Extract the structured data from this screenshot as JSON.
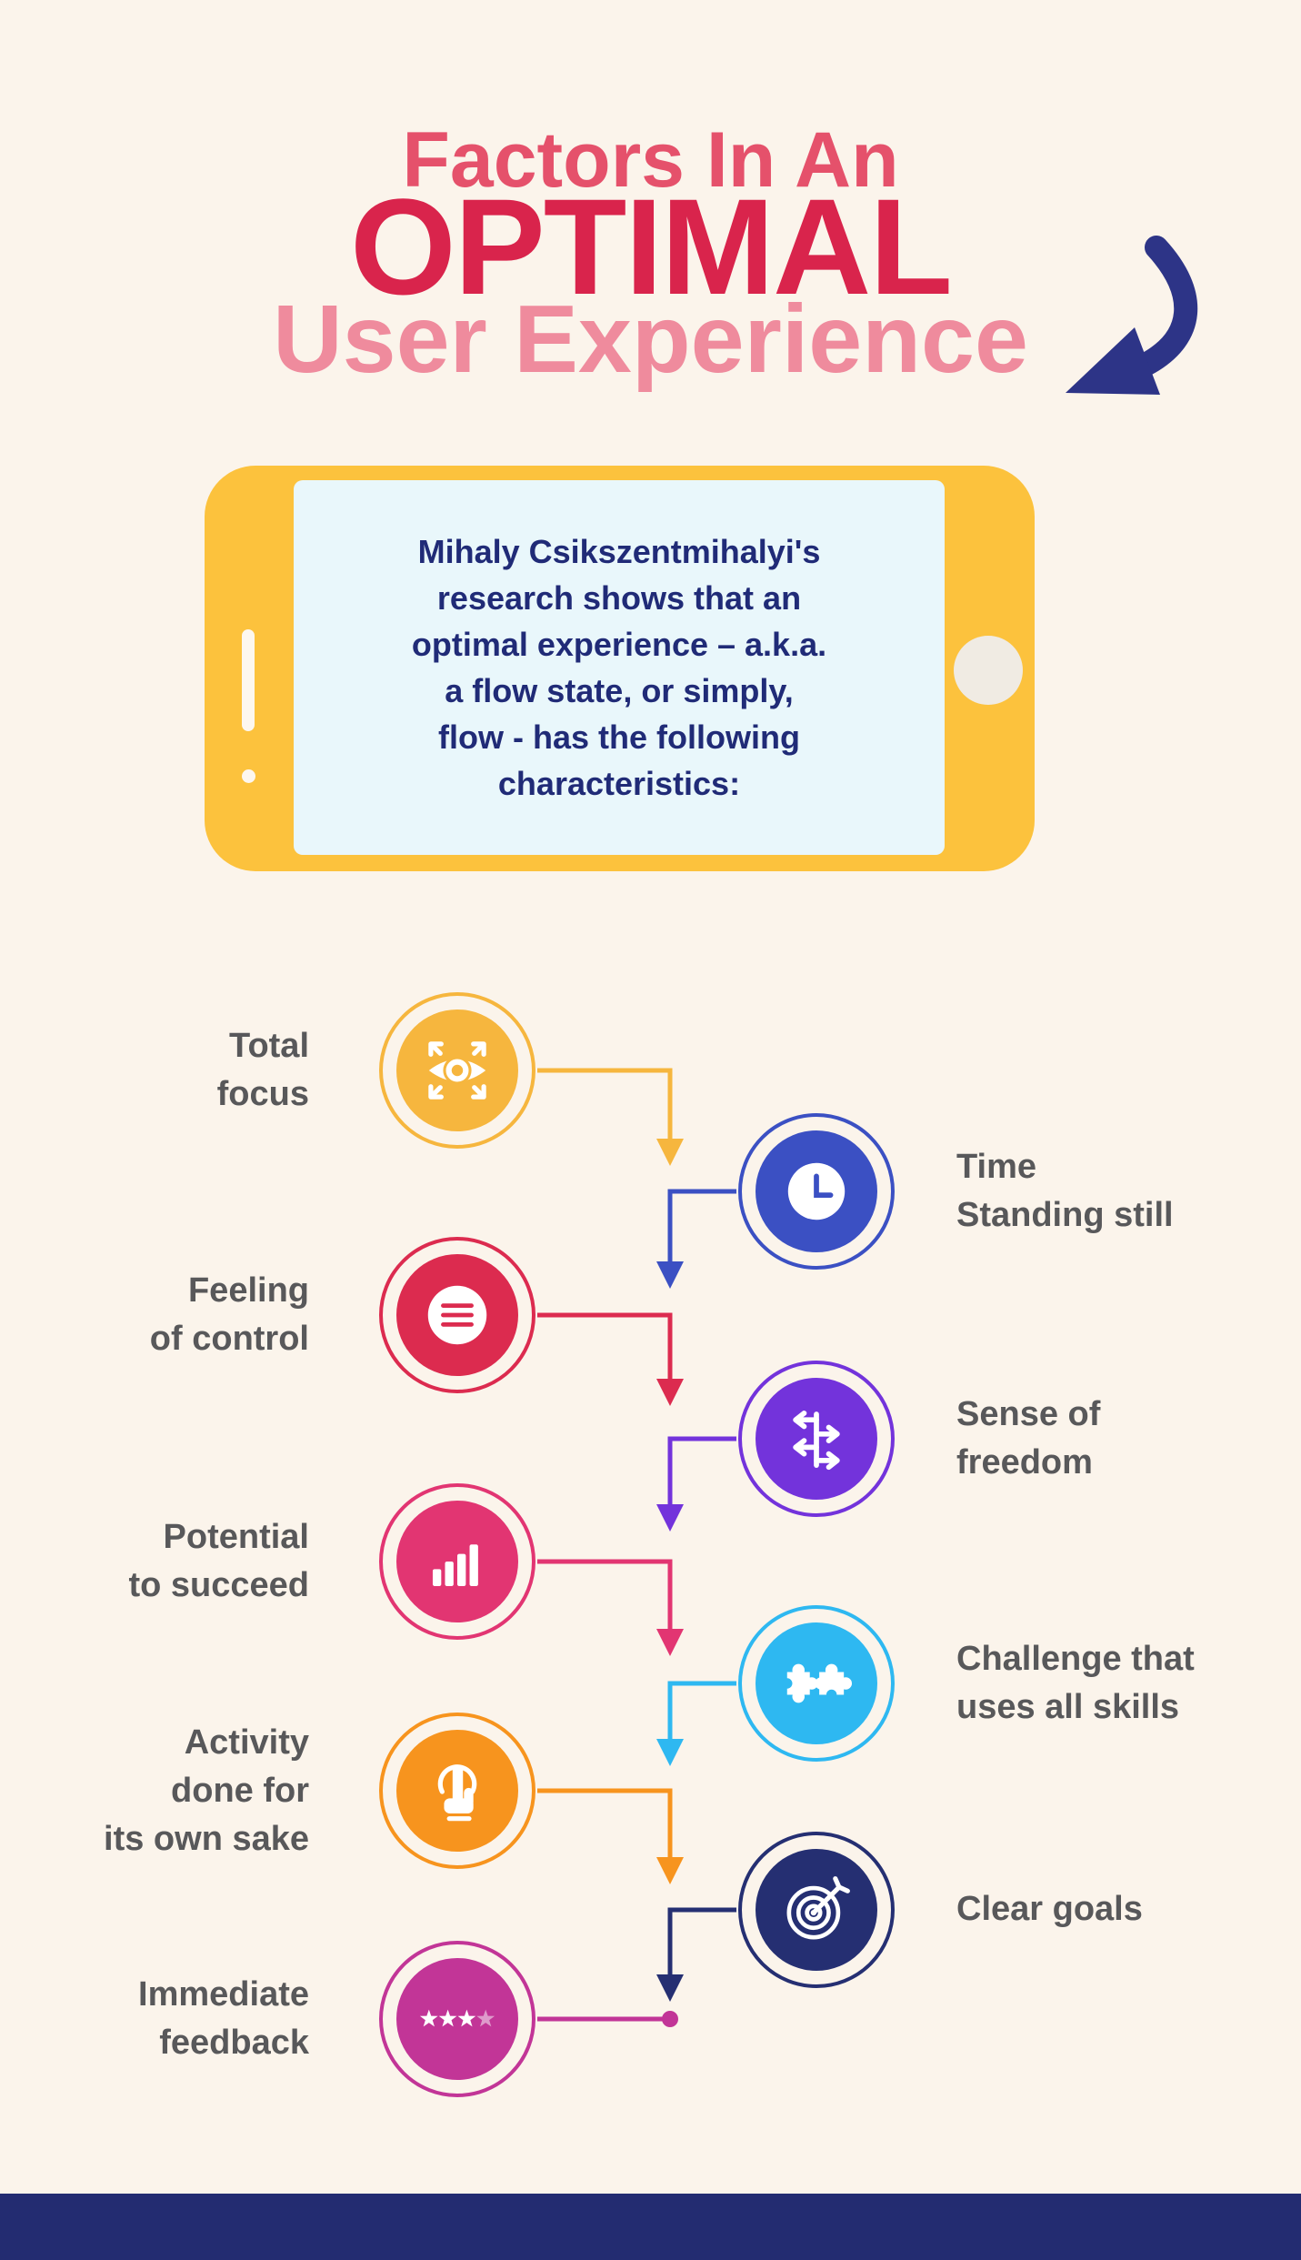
{
  "title": {
    "line1": "Factors In An",
    "line2": "OPTIMAL",
    "line3": "User Experience"
  },
  "phone": {
    "screen_text_lines": [
      "Mihaly Csikszentmihalyi's",
      "research shows that an",
      "optimal experience – a.k.a.",
      "a flow state, or simply,",
      "flow - has the following",
      "characteristics:"
    ]
  },
  "factors": {
    "left": [
      {
        "label_lines": [
          "Total",
          "focus"
        ],
        "color": "#F6B63E",
        "icon": "eye-expand-icon"
      },
      {
        "label_lines": [
          "Feeling",
          "of control"
        ],
        "color": "#DC2B4F",
        "icon": "menu-lines-icon"
      },
      {
        "label_lines": [
          "Potential",
          "to succeed"
        ],
        "color": "#E23572",
        "icon": "bar-chart-icon"
      },
      {
        "label_lines": [
          "Activity",
          "done for",
          "its own sake"
        ],
        "color": "#F7941E",
        "icon": "tap-finger-icon"
      },
      {
        "label_lines": [
          "Immediate",
          "feedback"
        ],
        "color": "#C23597",
        "icon": "star-rating-icon"
      }
    ],
    "right": [
      {
        "label_lines": [
          "Time",
          "Standing still"
        ],
        "color": "#3B50C3",
        "icon": "clock-icon"
      },
      {
        "label_lines": [
          "Sense of",
          "freedom"
        ],
        "color": "#7333DB",
        "icon": "direction-arrows-icon"
      },
      {
        "label_lines": [
          "Challenge that",
          "uses all skills"
        ],
        "color": "#2EB8F1",
        "icon": "puzzle-pieces-icon"
      },
      {
        "label_lines": [
          "Clear goals"
        ],
        "color": "#252F72",
        "icon": "target-dart-icon"
      }
    ]
  },
  "colors": {
    "background": "#FBF4EB",
    "title_rose": "#E5516B",
    "title_crimson": "#D9244C",
    "title_pink": "#EF8B9D",
    "phone_body": "#FCC23D",
    "phone_screen": "#E9F7FB",
    "phone_text_navy": "#202B77",
    "curved_arrow_navy": "#2D3487",
    "label_gray": "#58585A",
    "star_muted_pink": "#DE9ACB",
    "footer_navy": "#232C71"
  }
}
